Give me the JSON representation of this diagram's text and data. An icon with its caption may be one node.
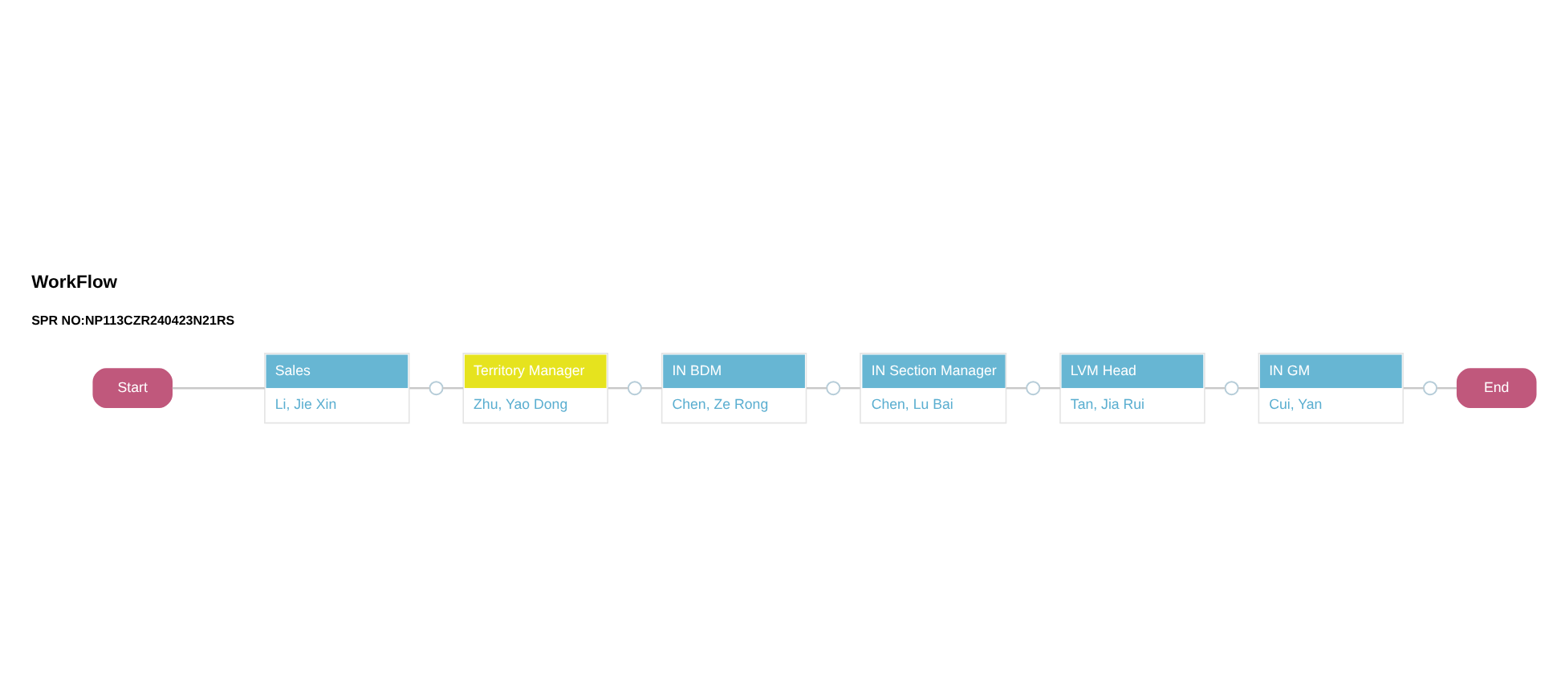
{
  "diagram": {
    "title": "WorkFlow",
    "nodes": [
      {
        "text": [
          "Start"
        ]
      },
      {
        "text": [
          "Sales",
          "Li, Jie Xin"
        ]
      },
      {
        "text": [],
        "shape": "circle"
      },
      {
        "text": [
          "Territory Manager",
          "Zhu, Yao Dong"
        ]
      },
      {
        "text": [],
        "shape": "circle"
      },
      {
        "text": [
          "IN BDM",
          "Chen, Ze Rong"
        ]
      },
      {
        "text": [],
        "shape": "circle"
      },
      {
        "text": [
          "IN Section Manager",
          "Chen, Lu Bai"
        ]
      },
      {
        "text": [],
        "shape": "circle"
      },
      {
        "text": [
          "LVM Head",
          "Tan, Jia Rui"
        ]
      },
      {
        "text": [],
        "shape": "circle"
      },
      {
        "text": [
          "IN GM",
          "Cui, Yan"
        ]
      },
      {
        "text": [],
        "shape": "circle"
      },
      {
        "text": [
          "End"
        ]
      }
    ],
    "edges": [
      {
        "from": 0,
        "to": 1,
        "arrow": "none"
      },
      {
        "from": 1,
        "to": 2,
        "arrow": "none"
      },
      {
        "from": 2,
        "to": 3,
        "arrow": "none"
      },
      {
        "from": 3,
        "to": 4,
        "arrow": "none"
      },
      {
        "from": 4,
        "to": 5,
        "arrow": "none"
      },
      {
        "from": 5,
        "to": 6,
        "arrow": "none"
      },
      {
        "from": 6,
        "to": 7,
        "arrow": "none"
      },
      {
        "from": 7,
        "to": 8,
        "arrow": "none"
      },
      {
        "from": 8,
        "to": 9,
        "arrow": "none"
      },
      {
        "from": 9,
        "to": 10,
        "arrow": "none"
      },
      {
        "from": 10,
        "to": 11,
        "arrow": "none"
      },
      {
        "from": 11,
        "to": 12,
        "arrow": "none"
      },
      {
        "from": 12,
        "to": 13,
        "arrow": "none"
      }
    ],
    "labels": [
      "SPR NO:NP113CZR240423N21RS"
    ]
  }
}
